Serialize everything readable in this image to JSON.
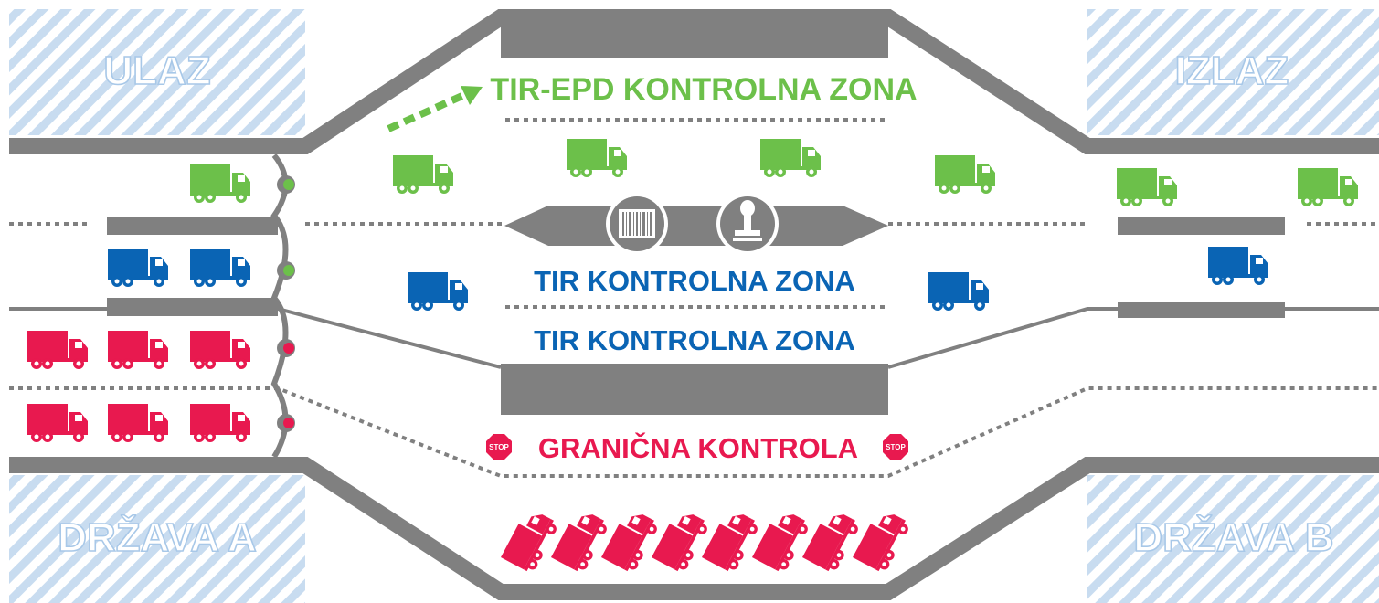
{
  "corners": {
    "top_left": "ULAZ",
    "top_right": "IZLAZ",
    "bottom_left": "DRŽAVA A",
    "bottom_right": "DRŽAVA B"
  },
  "zones": {
    "tir_epd": "TIR-EPD KONTROLNA ZONA",
    "tir_upper": "TIR KONTROLNA ZONA",
    "tir_lower": "TIR KONTROLNA ZONA",
    "border": "GRANIČNA KONTROLA"
  },
  "stop_sign": {
    "label": "STOP"
  },
  "icons": {
    "barcode": "barcode-icon",
    "stamp": "stamp-icon",
    "truck": "truck-icon",
    "traffic_light": "traffic-light-icon",
    "arrow": "dashed-arrow-icon"
  },
  "colors": {
    "green": "#6cc04a",
    "blue": "#0a64b4",
    "red": "#e8194f",
    "road": "#808080",
    "hatch": "#c8dcf0",
    "outline_text": "#a8c8e8"
  }
}
